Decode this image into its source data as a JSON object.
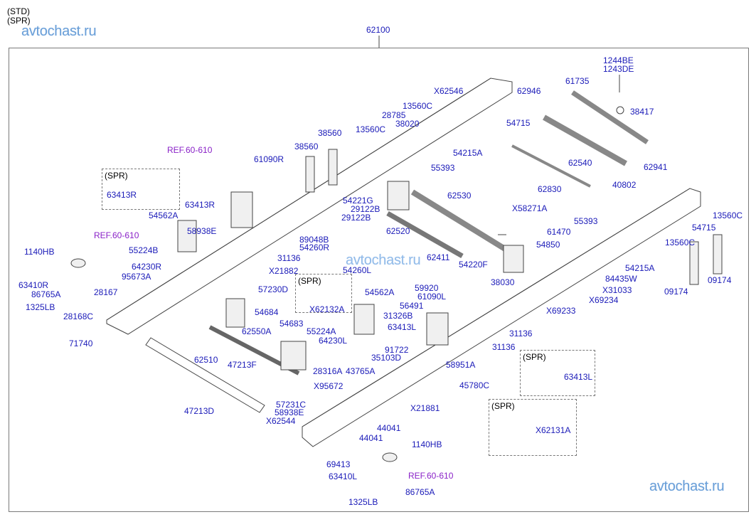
{
  "header": {
    "variant_std": "(STD)",
    "variant_spr": "(SPR)"
  },
  "watermark": "avtochast.ru",
  "assembly_part": "62100",
  "spr_label": "(SPR)",
  "refs": [
    "REF.60-610",
    "REF.60-610",
    "REF.60-610"
  ],
  "parts": [
    "X62546",
    "13560C",
    "28785",
    "62946",
    "1244BE",
    "1243DE",
    "61735",
    "38417",
    "54715",
    "38560",
    "38560",
    "13560C",
    "38020",
    "61090R",
    "54215A",
    "55393",
    "62540",
    "62941",
    "63413R",
    "63413R",
    "54562A",
    "62830",
    "40802",
    "54221G",
    "29122B",
    "29122B",
    "62530",
    "X58271A",
    "13560C",
    "55393",
    "54715",
    "58938E",
    "61470",
    "13560C",
    "54850",
    "1140HB",
    "55224B",
    "62520",
    "89048B",
    "54260R",
    "31136",
    "62411",
    "64230R",
    "95673A",
    "X21882",
    "54260L",
    "54220F",
    "54215A",
    "84435W",
    "X31033",
    "X69234",
    "63410R",
    "86765A",
    "28167",
    "1325LB",
    "57230D",
    "X62132A",
    "54562A",
    "59920",
    "61090L",
    "56491",
    "31326B",
    "38030",
    "09174",
    "09174",
    "X69233",
    "28168C",
    "54684",
    "54683",
    "55224A",
    "64230L",
    "63413L",
    "31136",
    "31136",
    "71740",
    "62550A",
    "91722",
    "35103D",
    "58951A",
    "62510",
    "47213F",
    "28316A",
    "43765A",
    "63413L",
    "X95672",
    "45780C",
    "57231C",
    "58938E",
    "X21881",
    "47213D",
    "X62544",
    "X62131A",
    "44041",
    "44041",
    "1140HB",
    "69413",
    "63410L",
    "86765A",
    "1325LB"
  ]
}
